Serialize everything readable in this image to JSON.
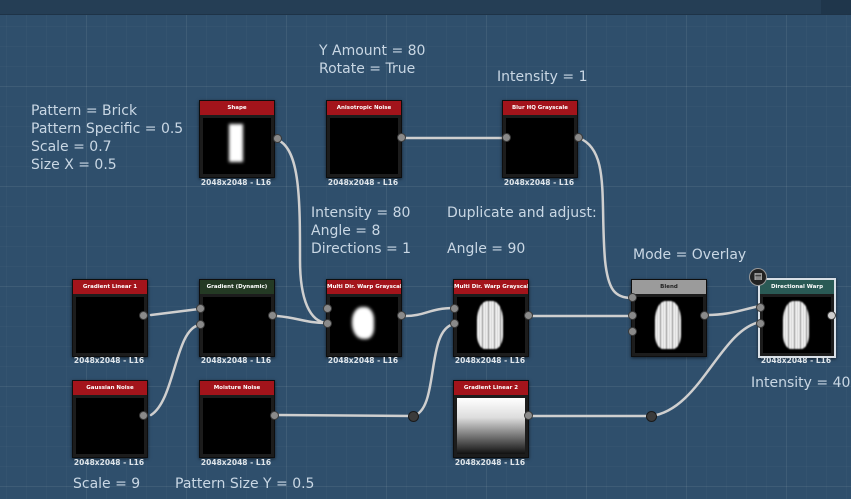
{
  "annotations": {
    "brick": [
      "Pattern = Brick",
      "Pattern Specific = 0.5",
      "Scale = 0.7",
      "Size X = 0.5"
    ],
    "aniso": [
      "Y Amount = 80",
      "Rotate = True"
    ],
    "blur": [
      "Intensity = 1"
    ],
    "warp": [
      "Intensity = 80",
      "Angle = 8",
      "Directions = 1"
    ],
    "duplicate": "Duplicate and adjust:",
    "angle": "Angle = 90",
    "mode": "Mode = Overlay",
    "dirwarp": "Intensity = 40",
    "scale": "Scale = 9",
    "pattern_size": "Pattern Size Y = 0.5"
  },
  "nodes": {
    "shape": {
      "title": "Shape",
      "caption": "2048x2048 - L16"
    },
    "aniso": {
      "title": "Anisotropic Noise",
      "caption": "2048x2048 - L16"
    },
    "blurhq": {
      "title": "Blur HQ Grayscale",
      "caption": "2048x2048 - L16"
    },
    "gradlin1": {
      "title": "Gradient Linear 1",
      "caption": "2048x2048 - L16"
    },
    "graddyn": {
      "title": "Gradient (Dynamic)",
      "caption": "2048x2048 - L16"
    },
    "warp1": {
      "title": "Multi Dir. Warp Grayscale",
      "caption": "2048x2048 - L16"
    },
    "warp2": {
      "title": "Multi Dir. Warp Grayscale",
      "caption": "2048x2048 - L16"
    },
    "blend": {
      "title": "Blend",
      "caption": ""
    },
    "dirwarp": {
      "title": "Directional Warp",
      "caption": "2048x2048 - L16"
    },
    "gnoise": {
      "title": "Gaussian Noise",
      "caption": "2048x2048 - L16"
    },
    "moist": {
      "title": "Moisture Noise",
      "caption": "2048x2048 - L16"
    },
    "gradlin2": {
      "title": "Gradient Linear 2",
      "caption": "2048x2048 - L16"
    }
  },
  "colors": {
    "background": "#2f4f6c",
    "header_red": "#a3141b",
    "header_green": "#243a24",
    "header_teal": "#2a5a55",
    "header_gray": "#9b9b9b",
    "wire": "#cfcfcf"
  },
  "icons": {
    "doc_badge": "document-icon"
  }
}
